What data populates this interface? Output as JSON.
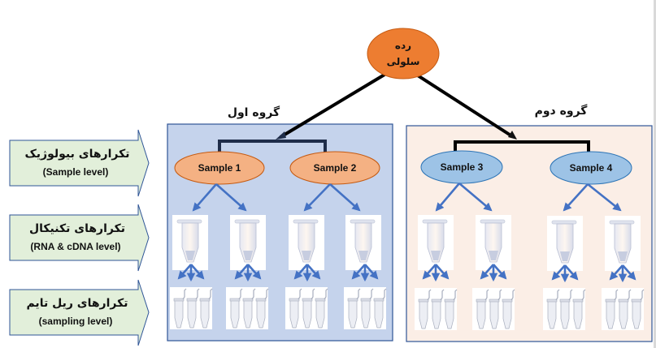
{
  "root": {
    "line1": "رده",
    "line2": "سلولی",
    "color": "#ED7D31"
  },
  "groups": [
    {
      "title": "گروه اول",
      "background": "#C5D3EC",
      "border": "#2F5597",
      "samples": [
        {
          "label": "Sample 1"
        },
        {
          "label": "Sample 2"
        }
      ],
      "sample_fill": "#F4B183"
    },
    {
      "title": "گروه دوم",
      "background": "#FBEEE6",
      "border": "#2F5597",
      "samples": [
        {
          "label": "Sample 3"
        },
        {
          "label": "Sample 4"
        }
      ],
      "sample_fill": "#9DC3E6"
    }
  ],
  "levels": [
    {
      "title": "تکرارهای  بیولوژیک",
      "subtitle": "(Sample level)"
    },
    {
      "title": "تکرارهای تکنیکال",
      "subtitle": "(RNA  & cDNA level)"
    },
    {
      "title": "تکرارهای ریل تایم",
      "subtitle": "(sampling level)"
    }
  ],
  "icons": {
    "tube": "microcentrifuge-tube-icon",
    "arrow": "arrow-icon"
  },
  "colors": {
    "level_fill": "#E2EFDA",
    "level_stroke": "#2F5597",
    "arrow_blue": "#4472C4",
    "connector": "#000000",
    "bracket": "#1F2D4A"
  }
}
